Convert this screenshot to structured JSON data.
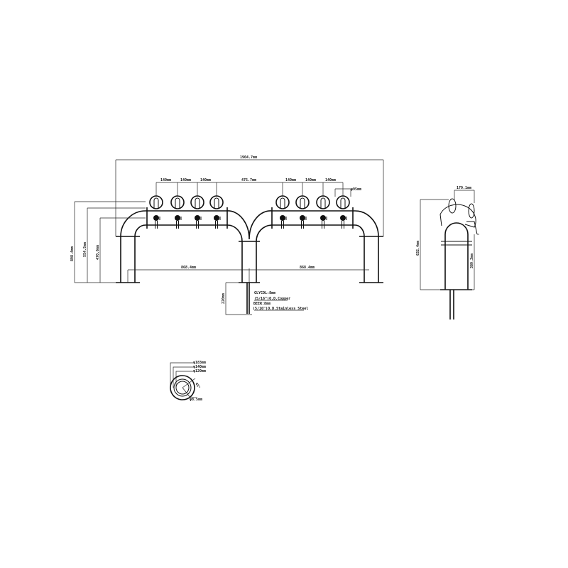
{
  "front_view": {
    "overall_width": "1904.7mm",
    "tap_spacings_left": [
      "140mm",
      "140mm",
      "140mm"
    ],
    "center_spacing": "475.7mm",
    "tap_spacings_right": [
      "140mm",
      "140mm",
      "140mm"
    ],
    "tap_diameter": "φ95mm",
    "height_total": "898.4mm",
    "height_mid": "554.5mm",
    "height_low": "470.6mm",
    "span_left": "868.4mm",
    "span_right": "868.4mm",
    "line_length": "220mm",
    "notes": [
      "GLYCOL:8mm",
      "(5/16\")O.D.Copper",
      "BEER:8mm",
      "(5/16\")O.D.Stainless Steel"
    ]
  },
  "side_view": {
    "height": "632.4mm",
    "depth": "179.1mm",
    "spout_height": "389.3mm"
  },
  "base_detail": {
    "outer": "φ183mm",
    "middle": "φ140mm",
    "inner": "φ120mm",
    "angle": "45°",
    "hole": "φ8.5mm"
  }
}
